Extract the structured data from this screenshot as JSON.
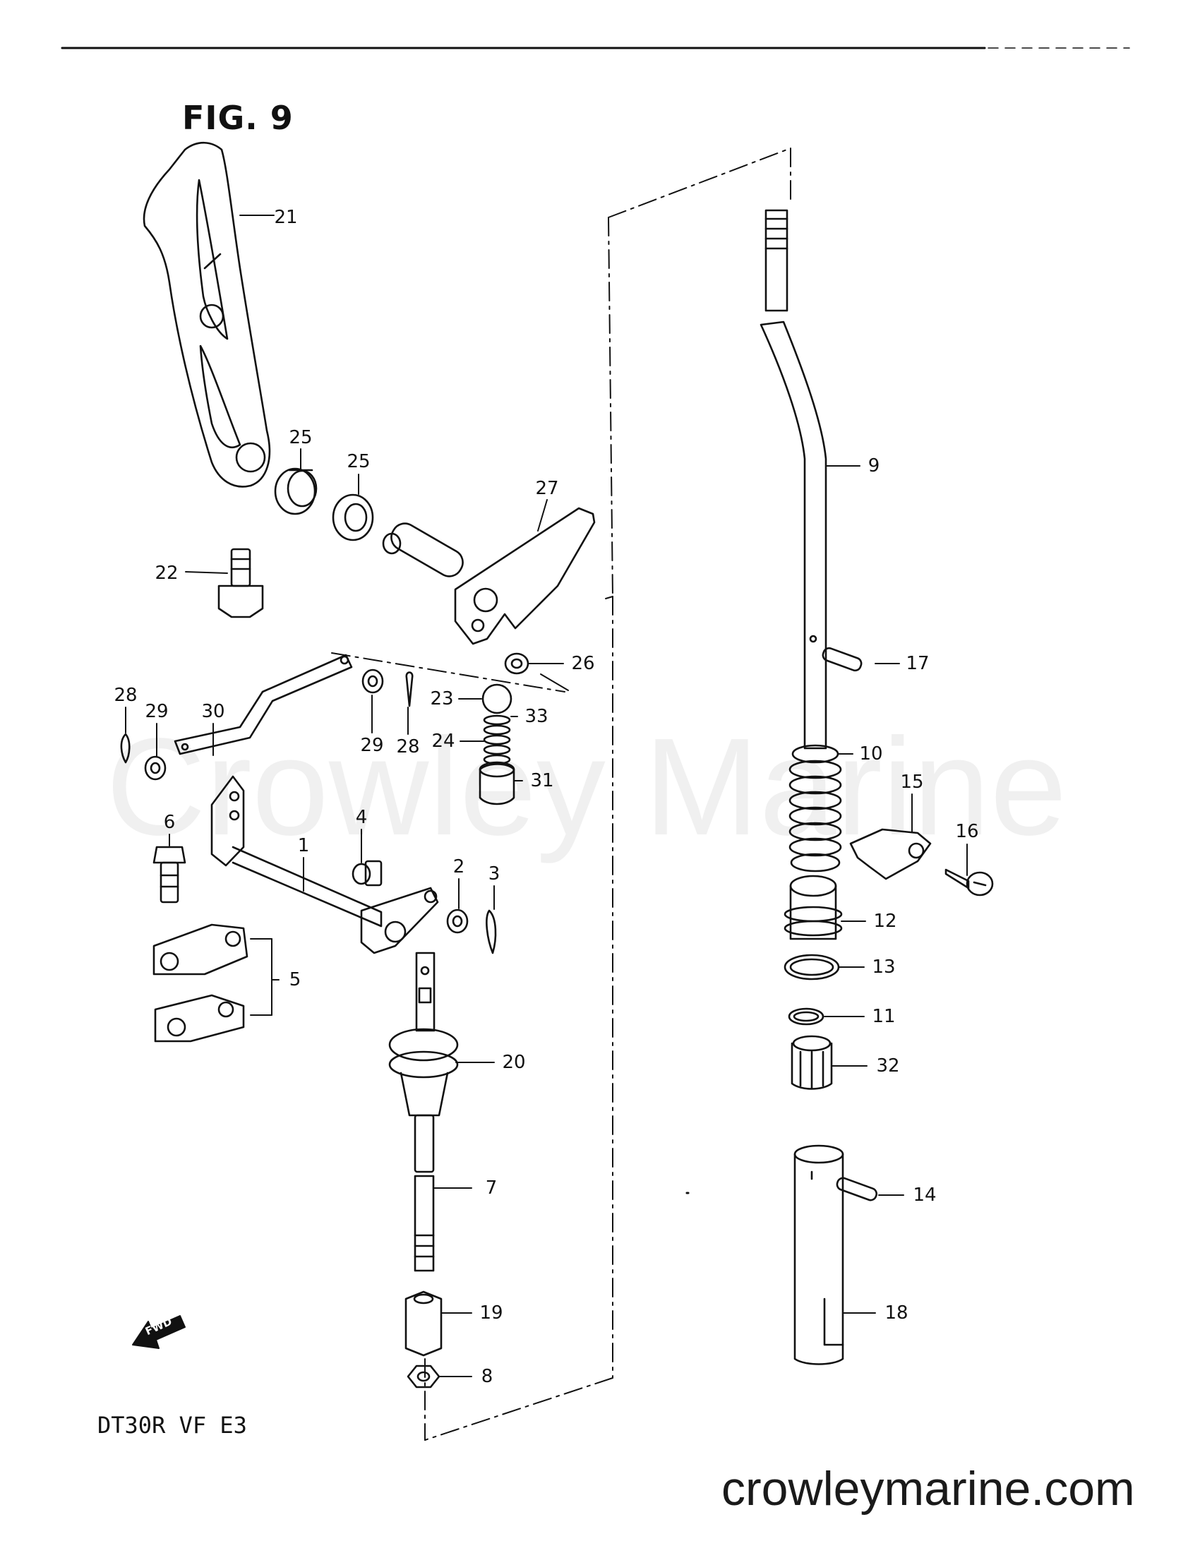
{
  "figure_title": "FIG. 9",
  "model_code": "DT30R VF E3",
  "website": "crowleymarine.com",
  "watermark": "Crowley Marine",
  "fwd_label": "FWD",
  "callouts": [
    {
      "name": "callout-21",
      "label": "21"
    },
    {
      "name": "callout-25a",
      "label": "25"
    },
    {
      "name": "callout-25b",
      "label": "25"
    },
    {
      "name": "callout-27",
      "label": "27"
    },
    {
      "name": "callout-22",
      "label": "22"
    },
    {
      "name": "callout-26",
      "label": "26"
    },
    {
      "name": "callout-28a",
      "label": "28"
    },
    {
      "name": "callout-29a",
      "label": "29"
    },
    {
      "name": "callout-30",
      "label": "30"
    },
    {
      "name": "callout-29b",
      "label": "29"
    },
    {
      "name": "callout-28b",
      "label": "28"
    },
    {
      "name": "callout-23",
      "label": "23"
    },
    {
      "name": "callout-33",
      "label": "33"
    },
    {
      "name": "callout-24",
      "label": "24"
    },
    {
      "name": "callout-31",
      "label": "31"
    },
    {
      "name": "callout-6",
      "label": "6"
    },
    {
      "name": "callout-1",
      "label": "1"
    },
    {
      "name": "callout-4",
      "label": "4"
    },
    {
      "name": "callout-2",
      "label": "2"
    },
    {
      "name": "callout-3",
      "label": "3"
    },
    {
      "name": "callout-5",
      "label": "5"
    },
    {
      "name": "callout-20",
      "label": "20"
    },
    {
      "name": "callout-7",
      "label": "7"
    },
    {
      "name": "callout-19",
      "label": "19"
    },
    {
      "name": "callout-8",
      "label": "8"
    },
    {
      "name": "callout-9",
      "label": "9"
    },
    {
      "name": "callout-17",
      "label": "17"
    },
    {
      "name": "callout-10",
      "label": "10"
    },
    {
      "name": "callout-15",
      "label": "15"
    },
    {
      "name": "callout-16",
      "label": "16"
    },
    {
      "name": "callout-12",
      "label": "12"
    },
    {
      "name": "callout-13",
      "label": "13"
    },
    {
      "name": "callout-11",
      "label": "11"
    },
    {
      "name": "callout-32",
      "label": "32"
    },
    {
      "name": "callout-14",
      "label": "14"
    },
    {
      "name": "callout-18",
      "label": "18"
    }
  ]
}
